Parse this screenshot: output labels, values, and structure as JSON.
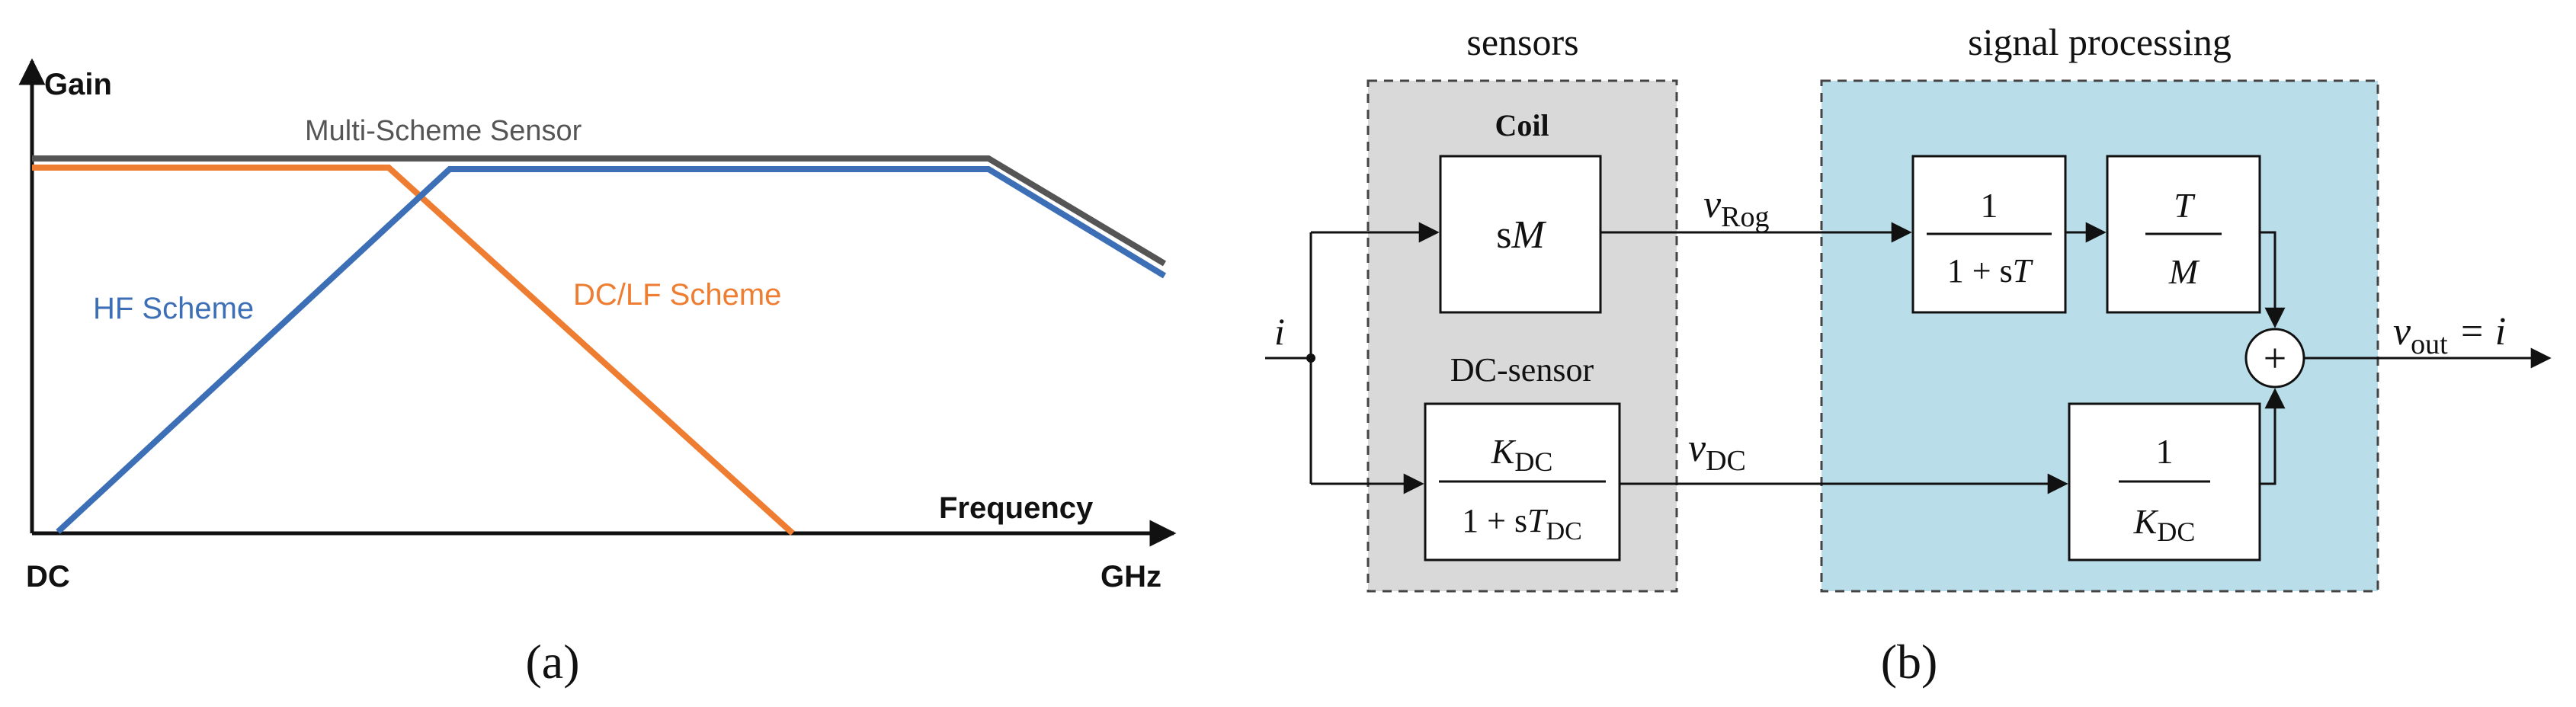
{
  "panel_a": {
    "caption": "(a)",
    "y_axis_label": "Gain",
    "x_axis_label": "Frequency",
    "x_start_label": "DC",
    "x_end_label": "GHz",
    "curves": {
      "multi": {
        "label": "Multi-Scheme Sensor",
        "color": "#555555"
      },
      "hf": {
        "label": "HF Scheme",
        "color": "#3d6fb6"
      },
      "dclf": {
        "label": "DC/LF Scheme",
        "color": "#ee7d31"
      }
    }
  },
  "panel_b": {
    "caption": "(b)",
    "sensors_title": "sensors",
    "processing_title": "signal processing",
    "coil_label": "Coil",
    "dc_sensor_label": "DC-sensor",
    "input_label": "i",
    "coil_block": {
      "s": "s",
      "var": "M"
    },
    "dc_block": {
      "num_var": "K",
      "num_sub": "DC",
      "den_prefix": "1 + s",
      "den_var": "T",
      "den_sub": "DC"
    },
    "integrator_block": {
      "num": "1",
      "den_prefix": "1 + s",
      "den_var": "T"
    },
    "gain_block": {
      "num": "T",
      "den": "M"
    },
    "dc_gain_block": {
      "num": "1",
      "den_var": "K",
      "den_sub": "DC"
    },
    "sum_symbol": "+",
    "v_rog": {
      "var": "v",
      "sub": "Rog"
    },
    "v_dc": {
      "var": "v",
      "sub": "DC"
    },
    "v_out": {
      "var": "v",
      "sub": "out",
      "rhs": "= i"
    },
    "colors": {
      "sensors_bg": "#d9d9d9",
      "processing_bg": "#b9dde9"
    }
  }
}
